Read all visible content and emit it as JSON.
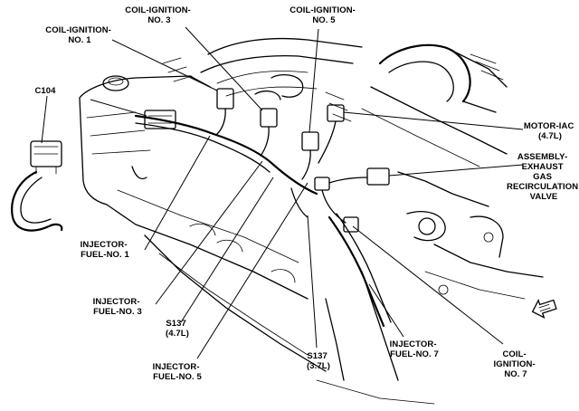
{
  "labels": {
    "coil_no1": [
      "COIL-IGNITION-",
      "NO. 1"
    ],
    "coil_no3": [
      "COIL-IGNITION-",
      "NO. 3"
    ],
    "coil_no5": [
      "COIL-IGNITION-",
      "NO. 5"
    ],
    "c104": [
      "C104"
    ],
    "motor_iac": [
      "MOTOR-IAC",
      "(4.7L)"
    ],
    "egr_valve": [
      "ASSEMBLY-",
      "EXHAUST",
      "GAS",
      "RECIRCULATION",
      "VALVE"
    ],
    "injector_no1": [
      "INJECTOR-",
      "FUEL-NO. 1"
    ],
    "injector_no3": [
      "INJECTOR-",
      "FUEL-NO. 3"
    ],
    "s137_47": [
      "S137",
      "(4.7L)"
    ],
    "injector_no5": [
      "INJECTOR-",
      "FUEL-NO. 5"
    ],
    "s137_37": [
      "S137",
      "(3.7L)"
    ],
    "injector_no7": [
      "INJECTOR-",
      "FUEL-NO. 7"
    ],
    "coil_no7": [
      "COIL-",
      "IGNITION-",
      "NO. 7"
    ]
  },
  "colors": {
    "ink": "#000000",
    "paper": "#ffffff"
  },
  "icons": {
    "orientation_arrow": "arrow-icon"
  }
}
